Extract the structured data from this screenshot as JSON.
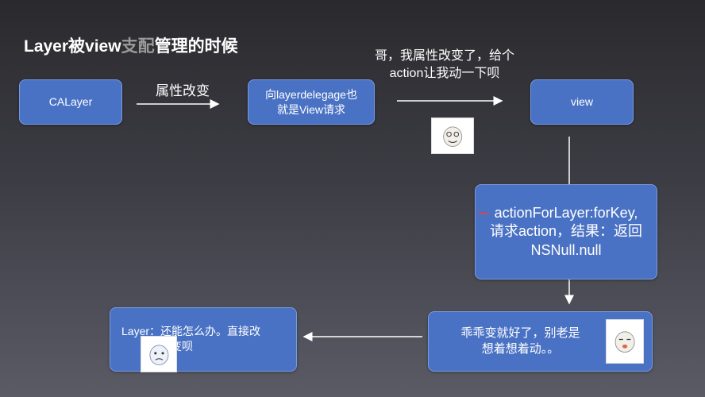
{
  "title": {
    "part1": "Layer被view",
    "part2": "支配",
    "part3": "管理的时候"
  },
  "nodes": {
    "calayer": "CALayer",
    "delegate_line1": "向layerdelegage也",
    "delegate_line2": "就是View请求",
    "view": "view",
    "action_line1": "actionForLayer:forKey,",
    "action_line2": "请求action，结果：返回",
    "action_line3": "NSNull.null",
    "obey_line1": "乖乖变就好了，别老是",
    "obey_line2": "想着想着动。。",
    "layer_line1": "Layer：还能怎么办。直接改",
    "layer_line2": "变呗"
  },
  "edges": {
    "property_change": "属性改变",
    "ask_line1": "哥，我属性改变了，给个",
    "ask_line2": "action让我动一下呗"
  },
  "colors": {
    "box_fill": "#4a72c4",
    "box_border": "#7a9be0",
    "accent_red": "#e0443c"
  },
  "icons": [
    "meme-face-image",
    "meme-face-image",
    "meme-face-image"
  ]
}
